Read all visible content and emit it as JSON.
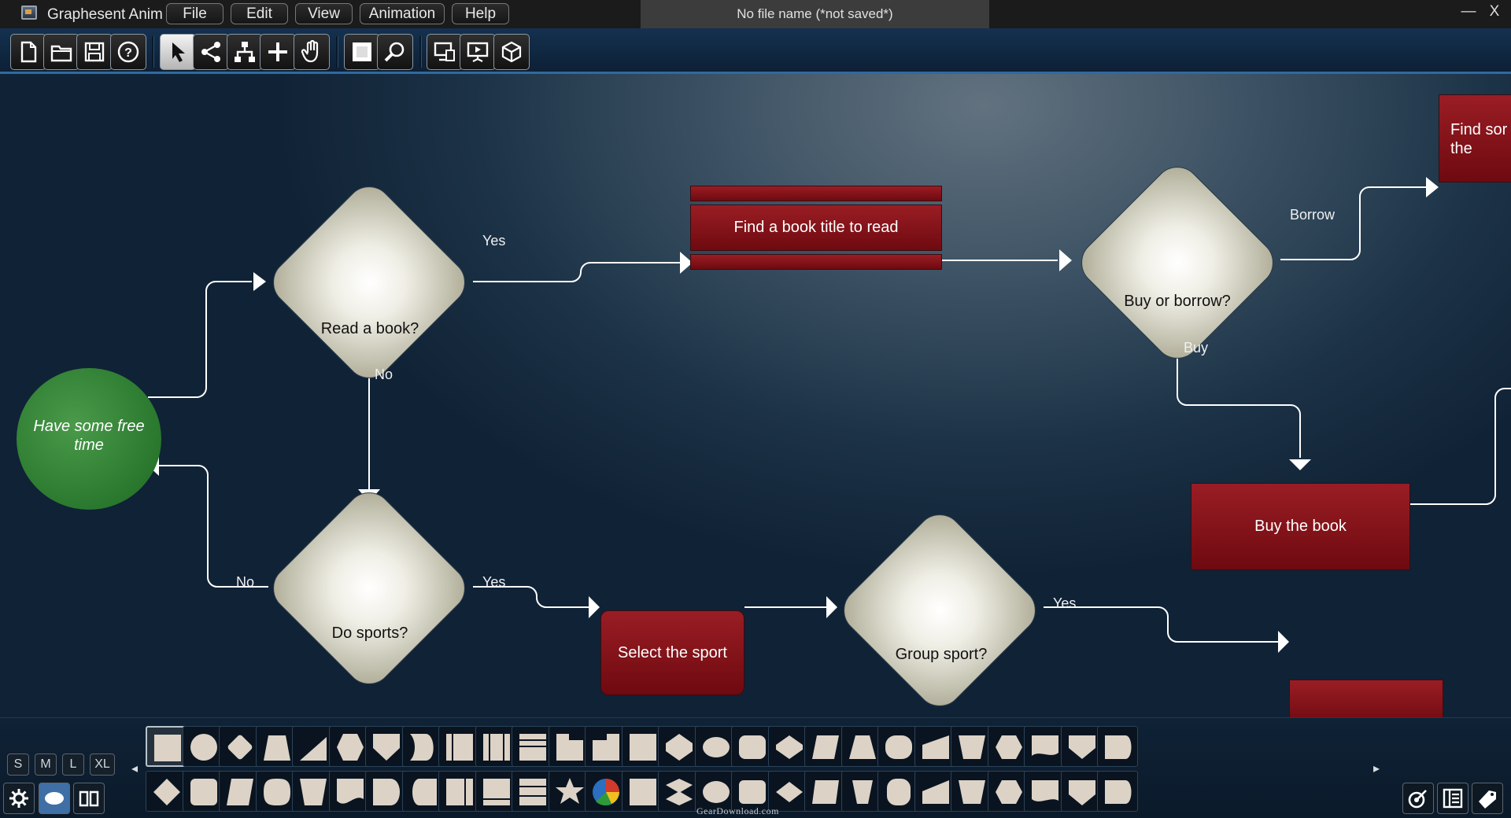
{
  "app": {
    "title": "Graphesent Anim",
    "file_name": "No file name (*not saved*)",
    "minimize_symbol": "—",
    "close_symbol": "X"
  },
  "menu": [
    {
      "label": "File"
    },
    {
      "label": "Edit"
    },
    {
      "label": "View"
    },
    {
      "label": "Animation"
    },
    {
      "label": "Help"
    }
  ],
  "toolbar": {
    "buttons": [
      {
        "icon": "new-file-icon"
      },
      {
        "icon": "open-folder-icon"
      },
      {
        "icon": "save-icon"
      },
      {
        "icon": "help-icon"
      },
      {
        "icon": "pointer-icon",
        "active": true
      },
      {
        "icon": "share-icon"
      },
      {
        "icon": "hierarchy-icon"
      },
      {
        "icon": "add-icon"
      },
      {
        "icon": "hand-icon"
      },
      {
        "icon": "page-icon"
      },
      {
        "icon": "zoom-icon"
      },
      {
        "icon": "screens-icon"
      },
      {
        "icon": "presentation-icon"
      },
      {
        "icon": "cube-icon"
      }
    ]
  },
  "flowchart": {
    "start": {
      "label": "Have some free time",
      "color": "#2e7d32"
    },
    "diamonds": [
      {
        "label": "Read a book?"
      },
      {
        "label": "Buy or borrow?"
      },
      {
        "label": "Do sports?"
      },
      {
        "label": "Group sport?"
      }
    ],
    "boxes": [
      {
        "label": "Find a book title to read"
      },
      {
        "label": "Buy the book"
      },
      {
        "label": "Select the sport"
      },
      {
        "label": "Find sor the"
      }
    ],
    "edge_labels": {
      "read_yes": "Yes",
      "read_no": "No",
      "borrow": "Borrow",
      "buy": "Buy",
      "sports_yes": "Yes",
      "sports_no": "No",
      "group_yes": "Yes"
    },
    "accent_colors": {
      "box_red": "#8a141b",
      "diamond_light": "#efeee5",
      "connector": "#ffffff"
    }
  },
  "bottom_panel": {
    "sizes": [
      "S",
      "M",
      "L",
      "XL"
    ],
    "tools": [
      {
        "icon": "settings-gear-icon"
      },
      {
        "icon": "ellipse-shape-icon",
        "active": true
      },
      {
        "icon": "book-icon"
      }
    ],
    "palette_prev": "◂",
    "palette_next": "▸",
    "corner_tools": [
      {
        "icon": "connector-tool-icon"
      },
      {
        "icon": "list-icon"
      },
      {
        "icon": "tag-icon"
      }
    ],
    "watermark": "GearDownload.com"
  }
}
